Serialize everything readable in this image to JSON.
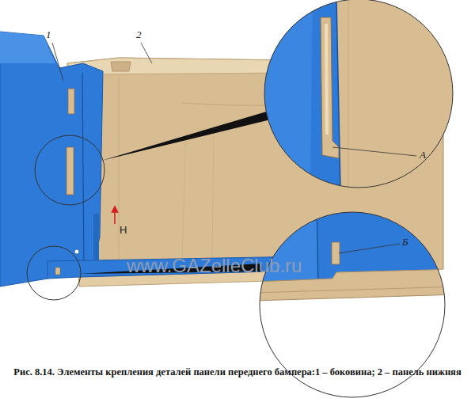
{
  "diagram": {
    "caption": "Рис. 8.14. Элементы крепления деталей панели переднего бампера:1 – боковина; 2 – панель нижняя",
    "labels": [
      "1",
      "2",
      "А",
      "Б",
      "Н",
      "www.GAZelleClub.ru"
    ]
  }
}
